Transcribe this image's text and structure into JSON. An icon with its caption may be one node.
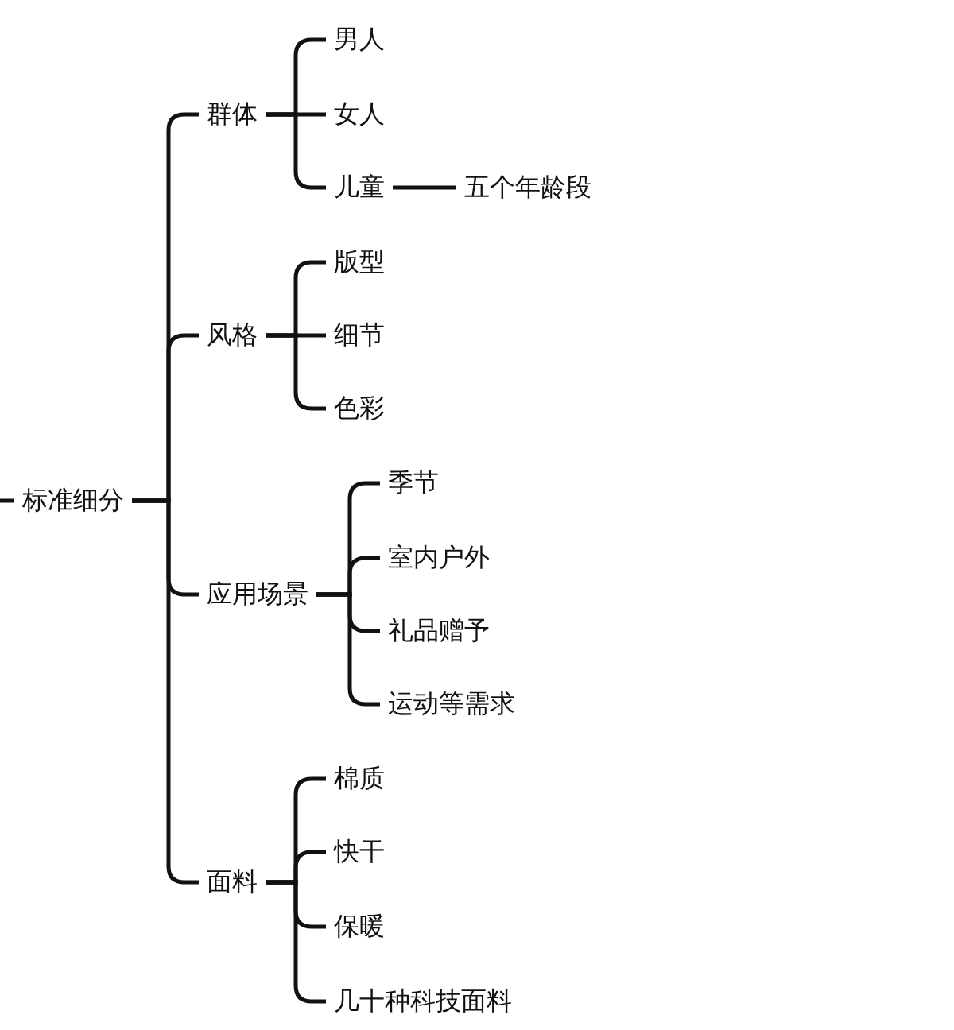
{
  "diagram": {
    "nodes": [
      {
        "text": [
          "标准细分"
        ]
      },
      {
        "text": [
          "群体"
        ]
      },
      {
        "text": [
          "男人"
        ]
      },
      {
        "text": [
          "女人"
        ]
      },
      {
        "text": [
          "儿童"
        ]
      },
      {
        "text": [
          "五个年龄段"
        ]
      },
      {
        "text": [
          "风格"
        ]
      },
      {
        "text": [
          "版型"
        ]
      },
      {
        "text": [
          "细节"
        ]
      },
      {
        "text": [
          "色彩"
        ]
      },
      {
        "text": [
          "应用场景"
        ]
      },
      {
        "text": [
          "季节"
        ]
      },
      {
        "text": [
          "室内户外"
        ]
      },
      {
        "text": [
          "礼品赠予"
        ]
      },
      {
        "text": [
          "运动等需求"
        ]
      },
      {
        "text": [
          "面料"
        ]
      },
      {
        "text": [
          "棉质"
        ]
      },
      {
        "text": [
          "快干"
        ]
      },
      {
        "text": [
          "保暖"
        ]
      },
      {
        "text": [
          "几十种科技面料"
        ]
      }
    ],
    "edges": [
      {
        "from": null,
        "to": 0,
        "arrow": "none"
      },
      {
        "from": 0,
        "to": 1,
        "arrow": "none"
      },
      {
        "from": 1,
        "to": 2,
        "arrow": "none"
      },
      {
        "from": 1,
        "to": 3,
        "arrow": "none"
      },
      {
        "from": 1,
        "to": 4,
        "arrow": "none"
      },
      {
        "from": 4,
        "to": 5,
        "arrow": "none"
      },
      {
        "from": 0,
        "to": 6,
        "arrow": "none"
      },
      {
        "from": 6,
        "to": 7,
        "arrow": "none"
      },
      {
        "from": 6,
        "to": 8,
        "arrow": "none"
      },
      {
        "from": 6,
        "to": 9,
        "arrow": "none"
      },
      {
        "from": 0,
        "to": 10,
        "arrow": "none"
      },
      {
        "from": 10,
        "to": 11,
        "arrow": "none"
      },
      {
        "from": 10,
        "to": 12,
        "arrow": "none"
      },
      {
        "from": 10,
        "to": 13,
        "arrow": "none"
      },
      {
        "from": 10,
        "to": 14,
        "arrow": "none"
      },
      {
        "from": 0,
        "to": 15,
        "arrow": "none"
      },
      {
        "from": 15,
        "to": 16,
        "arrow": "none"
      },
      {
        "from": 15,
        "to": 17,
        "arrow": "none"
      },
      {
        "from": 15,
        "to": 18,
        "arrow": "none"
      },
      {
        "from": 15,
        "to": 19,
        "arrow": "none"
      }
    ]
  }
}
